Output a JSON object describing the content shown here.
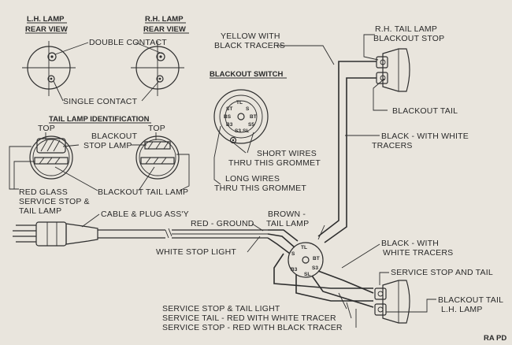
{
  "headers": {
    "lh_lamp_1": "L.H. LAMP",
    "lh_lamp_2": "REAR VIEW",
    "rh_lamp_1": "R.H. LAMP",
    "rh_lamp_2": "REAR VIEW",
    "blackout_switch": "BLACKOUT SWITCH",
    "tail_lamp_id": "TAIL LAMP IDENTIFICATION"
  },
  "labels": {
    "double_contact": "DOUBLE CONTACT",
    "single_contact": "SINGLE CONTACT",
    "top_left": "TOP",
    "top_right": "TOP",
    "blackout_stop_lamp_1": "BLACKOUT",
    "blackout_stop_lamp_2": "STOP LAMP",
    "red_glass_1": "RED GLASS",
    "red_glass_2": "SERVICE STOP &",
    "red_glass_3": "TAIL LAMP",
    "blackout_tail_lamp": "BLACKOUT TAIL LAMP",
    "short_wires_1": "SHORT WIRES",
    "short_wires_2": "THRU THIS GROMMET",
    "long_wires_1": "LONG WIRES",
    "long_wires_2": "THRU THIS GROMMET",
    "yellow_1": "YELLOW WITH",
    "yellow_2": "BLACK TRACERS",
    "rh_tail_1": "R.H. TAIL LAMP",
    "rh_tail_2": "BLACKOUT STOP",
    "blackout_tail": "BLACKOUT TAIL",
    "black_white_1": "BLACK - WITH WHITE",
    "black_white_2": "TRACERS",
    "cable_plug": "CABLE & PLUG ASS'Y",
    "brown_1": "BROWN -",
    "brown_2": "TAIL LAMP",
    "red_ground": "RED - GROUND",
    "white_stop": "WHITE STOP LIGHT",
    "black_white_b1": "BLACK - WITH",
    "black_white_b2": "WHITE TRACERS",
    "service_stop_tail": "SERVICE STOP AND TAIL",
    "bo_tail_lh_1": "BLACKOUT TAIL",
    "bo_tail_lh_2": "L.H. LAMP",
    "svc_1": "SERVICE STOP & TAIL LIGHT",
    "svc_2": "SERVICE TAIL - RED WITH WHITE TRACER",
    "svc_3": "SERVICE STOP - RED WITH BLACK TRACER",
    "ra_pd": "RA PD"
  },
  "switch_pins": {
    "top_tl": "TL",
    "top_st": "ST",
    "top_s": "S",
    "top_bt": "BT",
    "top_bs": "BS",
    "top_b3": "B3",
    "top_s3": "S3",
    "top_s5": "S5",
    "top_sl": "SL",
    "bot_tl": "TL",
    "bot_s": "S",
    "bot_bt": "BT",
    "bot_b3": "B3",
    "bot_s3": "S3",
    "bot_sl": "SL"
  },
  "icons": [
    "lamp-socket-icon",
    "tail-lamp-icon",
    "switch-icon",
    "plug-icon",
    "lamp-body-icon"
  ]
}
